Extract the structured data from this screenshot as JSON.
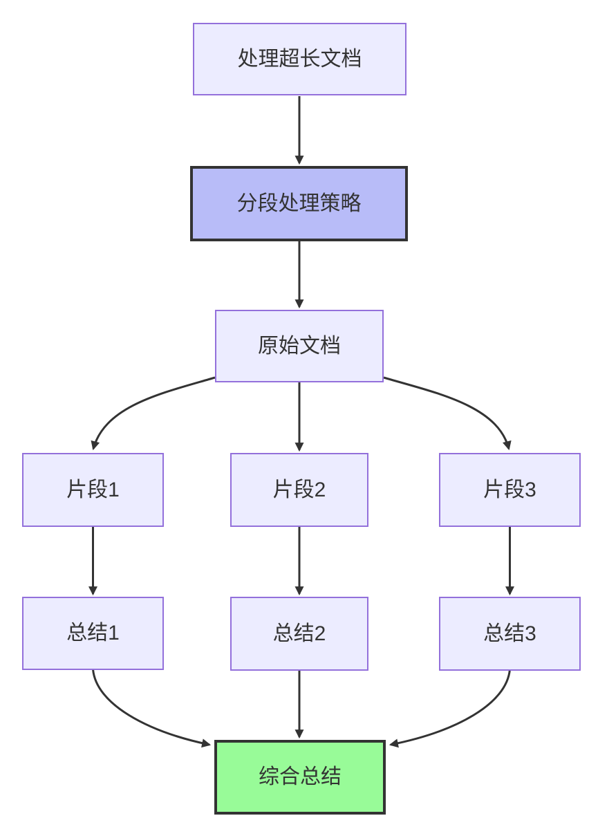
{
  "diagram": {
    "type": "flowchart",
    "direction": "top-down",
    "nodes": [
      {
        "id": "A",
        "label": "处理超长文档",
        "style": "default"
      },
      {
        "id": "B",
        "label": "分段处理策略",
        "style": "emphasis"
      },
      {
        "id": "C",
        "label": "原始文档",
        "style": "default"
      },
      {
        "id": "D1",
        "label": "片段1",
        "style": "default"
      },
      {
        "id": "D2",
        "label": "片段2",
        "style": "default"
      },
      {
        "id": "D3",
        "label": "片段3",
        "style": "default"
      },
      {
        "id": "E1",
        "label": "总结1",
        "style": "default"
      },
      {
        "id": "E2",
        "label": "总结2",
        "style": "default"
      },
      {
        "id": "E3",
        "label": "总结3",
        "style": "default"
      },
      {
        "id": "F",
        "label": "综合总结",
        "style": "success"
      }
    ],
    "edges": [
      {
        "from": "A",
        "to": "B"
      },
      {
        "from": "B",
        "to": "C"
      },
      {
        "from": "C",
        "to": "D1"
      },
      {
        "from": "C",
        "to": "D2"
      },
      {
        "from": "C",
        "to": "D3"
      },
      {
        "from": "D1",
        "to": "E1"
      },
      {
        "from": "D2",
        "to": "E2"
      },
      {
        "from": "D3",
        "to": "E3"
      },
      {
        "from": "E1",
        "to": "F"
      },
      {
        "from": "E2",
        "to": "F"
      },
      {
        "from": "E3",
        "to": "F"
      }
    ],
    "colors": {
      "background": "#ffffff",
      "node_fill": "#ececff",
      "node_border": "#9370db",
      "emphasis_fill": "#b8bcf8",
      "emphasis_border": "#333333",
      "success_fill": "#98fb98",
      "success_border": "#333333",
      "edge": "#333333",
      "text": "#333333"
    }
  }
}
